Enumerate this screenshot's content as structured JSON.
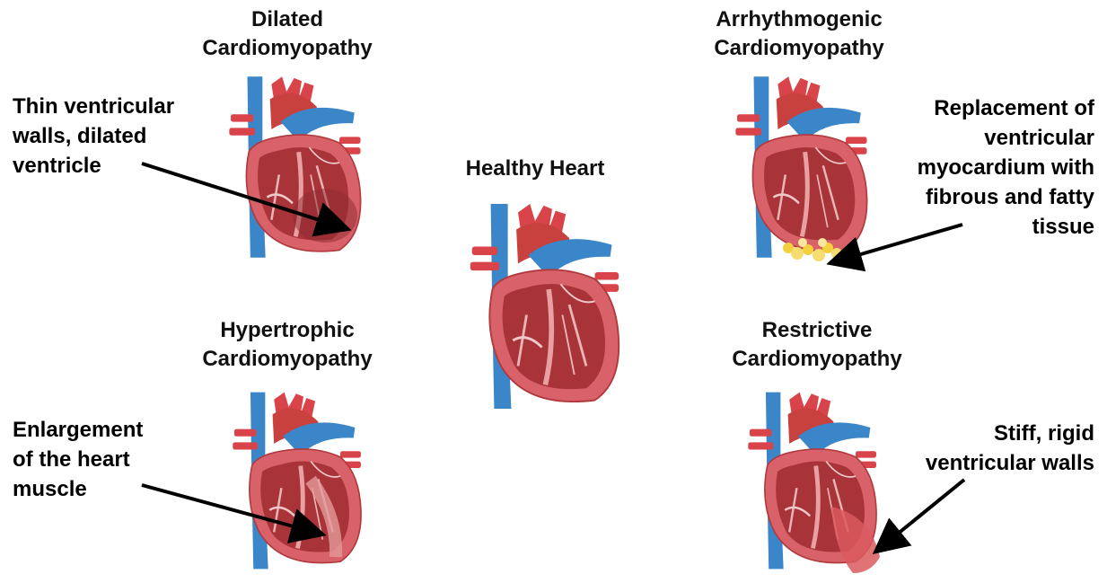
{
  "panels": {
    "dilated": {
      "title": [
        "Dilated",
        "Cardiomyopathy"
      ],
      "note": [
        "Thin ventricular",
        "walls, dilated",
        "ventricle"
      ]
    },
    "arrhythmogenic": {
      "title": [
        "Arrhythmogenic",
        "Cardiomyopathy"
      ],
      "note": [
        "Replacement of",
        "ventricular",
        "myocardium with",
        "fibrous and fatty",
        "tissue"
      ]
    },
    "healthy": {
      "title": [
        "Healthy Heart"
      ]
    },
    "hypertrophic": {
      "title": [
        "Hypertrophic",
        "Cardiomyopathy"
      ],
      "note": [
        "Enlargement",
        "of the heart",
        "muscle"
      ]
    },
    "restrictive": {
      "title": [
        "Restrictive",
        "Cardiomyopathy"
      ],
      "note": [
        "Stiff, rigid",
        "ventricular walls"
      ]
    }
  },
  "colors": {
    "vein_blue": "#3a86c8",
    "artery_red": "#d9434a",
    "muscle": "#c9413f",
    "chamber": "#a52a2a",
    "fat_yellow": "#f4d03f",
    "arrow": "#000000"
  }
}
